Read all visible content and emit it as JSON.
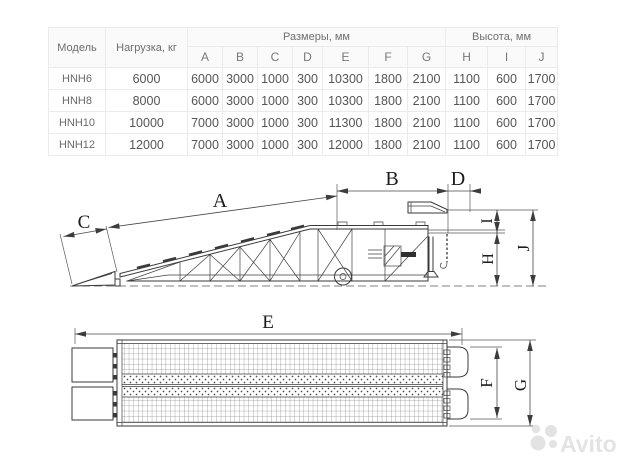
{
  "table": {
    "headers": {
      "model": "Модель",
      "load": "Нагрузка, кг",
      "dims_group": "Размеры, мм",
      "heights_group": "Высота, мм",
      "dim_cols": [
        "A",
        "B",
        "C",
        "D",
        "E",
        "F",
        "G"
      ],
      "height_cols": [
        "H",
        "I",
        "J"
      ]
    },
    "rows": [
      {
        "model": "HNH6",
        "load": "6000",
        "dims": [
          "6000",
          "3000",
          "1000",
          "300",
          "10300",
          "1800",
          "2100"
        ],
        "heights": [
          "1100",
          "600",
          "1700"
        ]
      },
      {
        "model": "HNH8",
        "load": "8000",
        "dims": [
          "6000",
          "3000",
          "1000",
          "300",
          "10300",
          "1800",
          "2100"
        ],
        "heights": [
          "1100",
          "600",
          "1700"
        ]
      },
      {
        "model": "HNH10",
        "load": "10000",
        "dims": [
          "7000",
          "3000",
          "1000",
          "300",
          "11300",
          "1800",
          "2100"
        ],
        "heights": [
          "1100",
          "600",
          "1700"
        ]
      },
      {
        "model": "HNH12",
        "load": "12000",
        "dims": [
          "7000",
          "3000",
          "1000",
          "300",
          "12000",
          "1800",
          "2100"
        ],
        "heights": [
          "1100",
          "600",
          "1700"
        ]
      }
    ]
  },
  "side_view": {
    "labels": {
      "A": "A",
      "B": "B",
      "C": "C",
      "D": "D",
      "H": "H",
      "I": "I",
      "J": "J"
    }
  },
  "top_view": {
    "labels": {
      "E": "E",
      "F": "F",
      "G": "G"
    }
  },
  "watermark": {
    "text": "Avito"
  },
  "colors": {
    "line": "#3a3a3a",
    "dimension": "#474747",
    "table_border": "#ebebeb",
    "table_text": "#555555",
    "header_bg": "#fafafa",
    "watermark": "#e3e3e3"
  }
}
